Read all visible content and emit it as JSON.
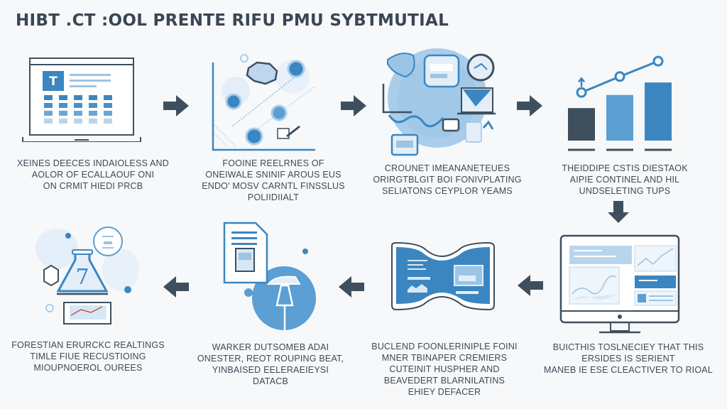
{
  "title": "HIBT .CT :OOL PRENTE RIFU PMU SYBTMUTIAL",
  "colors": {
    "dark": "#3f4f5e",
    "primary": "#3b86c0",
    "mid": "#5b9fd3",
    "light": "#a9cdea",
    "pale": "#d6e8f6",
    "background": "#f6f8fa"
  },
  "flow": {
    "direction": [
      "right",
      "right",
      "right",
      "down",
      "left",
      "left",
      "left"
    ]
  },
  "steps": [
    {
      "id": 1,
      "icon": "laptop-dashboard-icon",
      "badge_letter": "T",
      "caption": [
        "XEINES DEECES INDAIOLESS AND",
        "AOLOR OF ECALLAOUF ONI",
        "ON CRMIT HIEDI PRCB"
      ]
    },
    {
      "id": 2,
      "icon": "scatter-plot-icon",
      "caption": [
        "FOOINE REELRNES OF",
        "ONEIWALE SNINIF AROUS EUS",
        "ENDO' MOSV CARNTL FINSSLUS",
        "POLIIDIIALT"
      ]
    },
    {
      "id": 3,
      "icon": "data-integration-circle-icon",
      "caption": [
        "CROUNET IMEANANETEUES",
        "ORIRGTBLGIT BOI FONIVPLATING",
        "SELIATONS CEYPLOR YEAMS"
      ]
    },
    {
      "id": 4,
      "icon": "growth-bar-chart-icon",
      "caption": [
        "THEIDDIPE CSTIS DIESTAOK",
        "AIPIE CONTINEL AND HIL",
        "UNDSELETING TUPS"
      ]
    },
    {
      "id": 5,
      "icon": "monitor-dashboard-icon",
      "caption": [
        "BUICTHIS TOSLNECIEY THAT THIS",
        "ERSIDES IS SERIENT",
        "MANEB IE ESE CLEACTIVER TO RIOAL"
      ]
    },
    {
      "id": 6,
      "icon": "curved-display-icon",
      "caption": [
        "BUCLEND FOONLERINIPLE FOINI",
        "MNER TBINAPER CREMIERS",
        "CUTEINIT HUSPHER AND",
        "BEAVEDERT BLARNILATINS",
        "EHIEY DEFACER"
      ]
    },
    {
      "id": 7,
      "icon": "document-lamp-icon",
      "caption": [
        "WARKER DUTSOMEB ADAI",
        "ONESTER, REOT ROUPING BEAT,",
        "YINBAISED EELERAEIEYSI",
        "DATACB"
      ]
    },
    {
      "id": 8,
      "icon": "lab-flask-icon",
      "flask_label": "7",
      "caption": [
        "FORESTIAN ERURCKC REALTINGS",
        "TIMLE FIUE RECUSTIOING",
        "MIOUPNOEROL OUREES"
      ]
    }
  ],
  "bar_icon": {
    "bars": [
      {
        "shade": "dark",
        "relative_height": 0.52
      },
      {
        "shade": "mid",
        "relative_height": 0.73
      },
      {
        "shade": "primary",
        "relative_height": 0.93
      }
    ]
  }
}
